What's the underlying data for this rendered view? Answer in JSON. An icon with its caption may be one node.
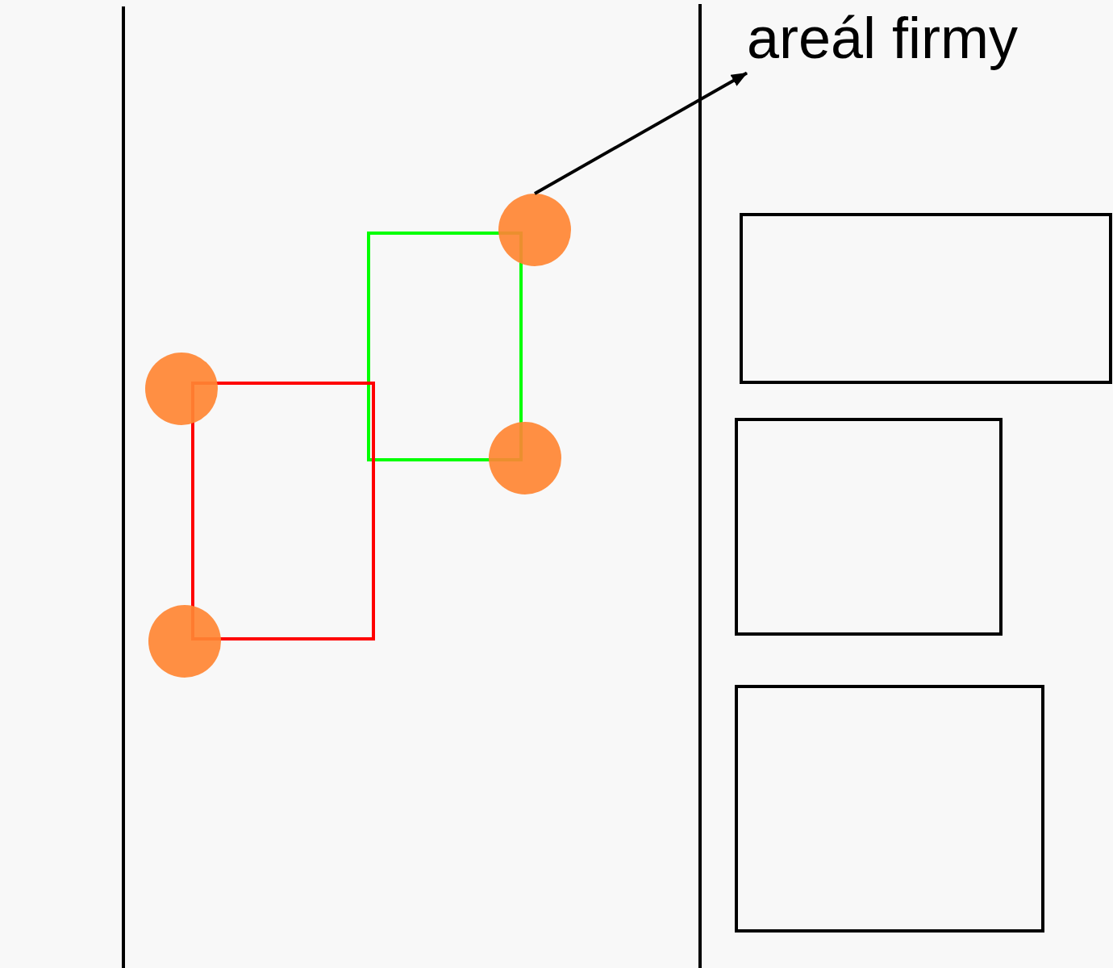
{
  "diagram": {
    "nodes": [
      {
        "text": [
          "areál firmy"
        ]
      },
      {
        "text": [],
        "shape": "circle"
      },
      {
        "text": [],
        "shape": "box"
      },
      {
        "text": [],
        "shape": "box"
      },
      {
        "text": [],
        "shape": "circle"
      },
      {
        "text": [],
        "shape": "box"
      },
      {
        "text": [],
        "shape": "box"
      },
      {
        "text": [],
        "shape": "circle"
      },
      {
        "text": [],
        "shape": "circle"
      },
      {
        "text": [],
        "shape": "box"
      }
    ],
    "edges": [
      {
        "from": 1,
        "to": 0,
        "arrow": "to"
      }
    ]
  }
}
